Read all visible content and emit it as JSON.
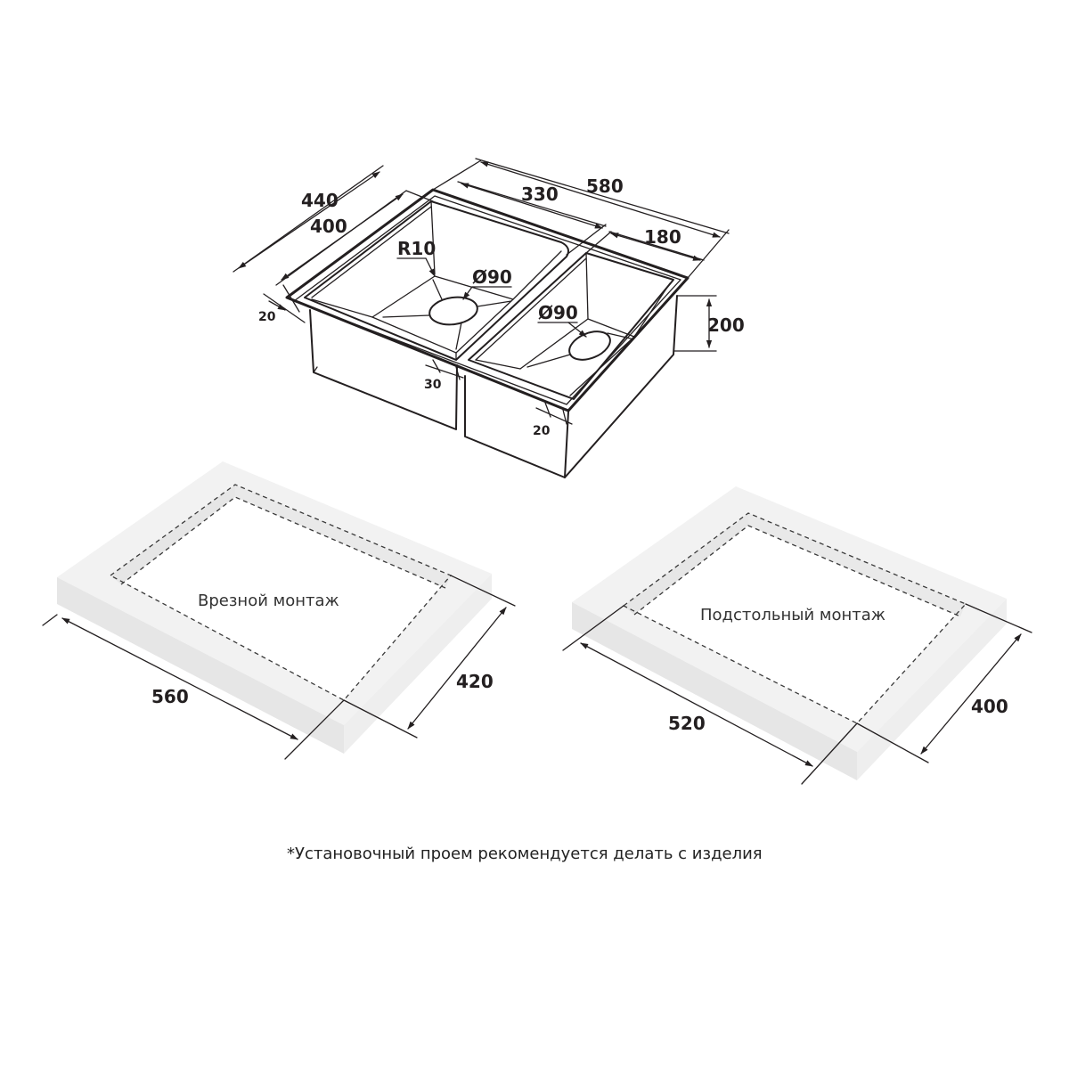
{
  "colors": {
    "ink": "#231f20",
    "countertop_top": "#f2f2f2",
    "countertop_front": "#e4e4e4",
    "countertop_side": "#ececec",
    "background": "#ffffff"
  },
  "icons": {
    "dimension_arrow": "arrowhead"
  },
  "sink": {
    "dimensions": {
      "length_overall": "580",
      "width_overall": "440",
      "width_inner": "400",
      "left_bowl_length": "330",
      "right_bowl_length": "180",
      "depth": "200",
      "corner_radius": "R10",
      "left_drain": "Ø90",
      "right_drain": "Ø90",
      "left_rim": "20",
      "divider": "30",
      "front_rim": "20"
    }
  },
  "mounting": {
    "top_mount": {
      "label": "Врезной монтаж",
      "length": "560",
      "width": "420"
    },
    "undermount": {
      "label": "Подстольный монтаж",
      "length": "520",
      "width": "400"
    }
  },
  "footnote": "*Установочный проем рекомендуется делать с изделия"
}
